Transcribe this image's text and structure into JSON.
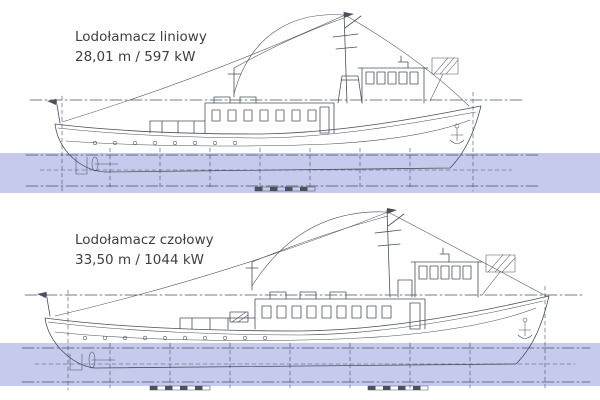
{
  "panels": [
    {
      "title": "Lodołamacz liniowy",
      "spec": "28,01 m / 597 kW"
    },
    {
      "title": "Lodołamacz czołowy",
      "spec": "33,50 m / 1044 kW"
    }
  ],
  "colors": {
    "water_band": "#c6cbee",
    "line": "#4a505c",
    "text": "#3f3f3f",
    "background": "#ffffff"
  }
}
